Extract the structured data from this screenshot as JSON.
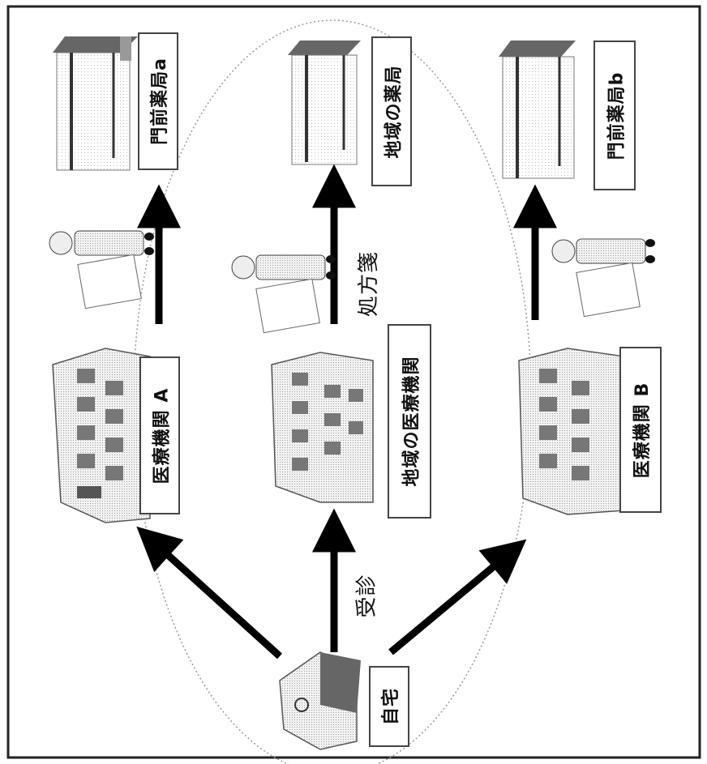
{
  "nodes": {
    "home": "自宅",
    "hospital_a": "医療機関 A",
    "hospital_local": "地域の医療機関",
    "hospital_b": "医療機関 B",
    "pharmacy_a": "門前薬局a",
    "pharmacy_local": "地域の薬局",
    "pharmacy_b": "門前薬局b"
  },
  "edge_labels": {
    "consultation": "受診",
    "prescription": "処方箋"
  }
}
